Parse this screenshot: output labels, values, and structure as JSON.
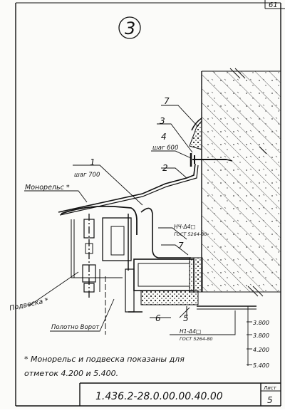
{
  "sheet": {
    "corner_number": "61",
    "detail_number": "3",
    "drawing_code": "1.436.2-28.0.00.00.40.00",
    "sheet_label": "Лист",
    "sheet_number": "5"
  },
  "callouts": {
    "c7_top": "7",
    "c3": "3",
    "c4": "4",
    "c4_note": "шаг 600",
    "c2": "2",
    "c1": "1",
    "c1_note": "шаг 700",
    "monorail": "Монорельс *",
    "profile_upper_1": "НЧ-Δ4□",
    "profile_upper_2": "ГОСТ 5264-80",
    "c7_mid": "7",
    "suspension": "Подвеска *",
    "curtain": "Полотно Ворот",
    "c6": "6",
    "c5": "5",
    "profile_lower_1": "Н1-Δ4□",
    "profile_lower_2": "ГОСТ 5264-80"
  },
  "elevations": [
    "3.800",
    "3.800",
    "4.200",
    "5.400"
  ],
  "footnote": {
    "line1": "* Монорельс и подвеска показаны для",
    "line2": "отметок 4.200 и 5.400."
  }
}
